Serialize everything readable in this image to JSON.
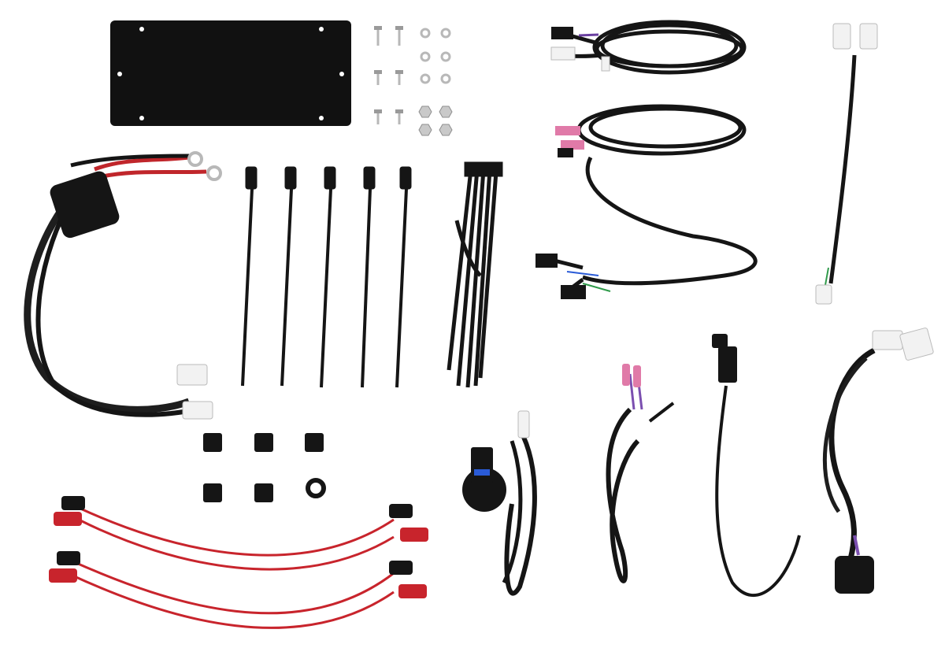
{
  "scene": {
    "background": "#ffffff",
    "colors": {
      "plate": "#111111",
      "cable": "#151515",
      "sleeve": "#1e1e1e",
      "red_wire": "#c0262b",
      "rca_red": "#c8242c",
      "steel": "#c9c9c9",
      "connector_white": "#f2f2f2",
      "pink_terminal": "#e07aa8",
      "green_wire": "#2f9a4a",
      "purple_wire": "#6a3fa0",
      "blue_wire": "#2a5bd7",
      "purple_plug": "#7b4fb0"
    },
    "items": [
      "mounting-plate",
      "screws-and-nuts",
      "power-harness-with-fuse",
      "push-mount-cable-ties",
      "cable-tie-bundle",
      "coiled-harness-top",
      "coiled-harness-middle",
      "short-extension-harness",
      "adhesive-cable-mounts",
      "rca-cables",
      "round-connector-lead",
      "pink-terminal-lead",
      "switch-lead",
      "vehicle-adapter-harness"
    ]
  }
}
